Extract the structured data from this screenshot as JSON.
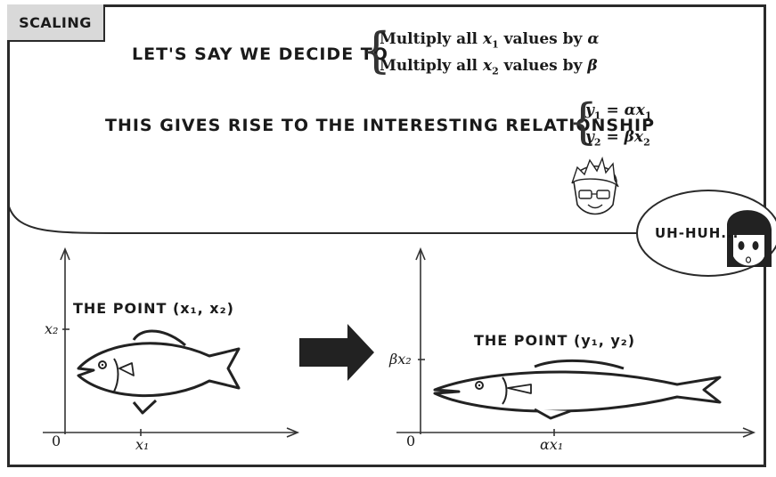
{
  "tag": "SCALING",
  "intro": "LET'S SAY WE DECIDE TO",
  "rules": [
    {
      "text": "Multiply all ",
      "var": "x",
      "sub": "1",
      "tail": " values by ",
      "sym": "α"
    },
    {
      "text": "Multiply all ",
      "var": "x",
      "sub": "2",
      "tail": " values by ",
      "sym": "β"
    }
  ],
  "relation_text": "THIS GIVES RISE TO THE INTERESTING RELATIONSHIP",
  "equations": [
    {
      "lhs": "y",
      "lsub": "1",
      "rhs": "= αx",
      "rsub": "1"
    },
    {
      "lhs": "y",
      "lsub": "2",
      "rhs": "= βx",
      "rsub": "2"
    }
  ],
  "bubble": "UH-HUH...",
  "left_plot": {
    "point_label": "THE POINT (x₁, x₂)",
    "y_tick": "x₂",
    "x_tick": "x₁",
    "origin": "0"
  },
  "right_plot": {
    "point_label": "THE POINT (y₁, y₂)",
    "y_tick": "βx₂",
    "x_tick": "αx₁",
    "origin": "0"
  },
  "colors": {
    "border": "#2a2a2a",
    "tag_bg": "#d9d9d9",
    "arrow": "#222222"
  }
}
